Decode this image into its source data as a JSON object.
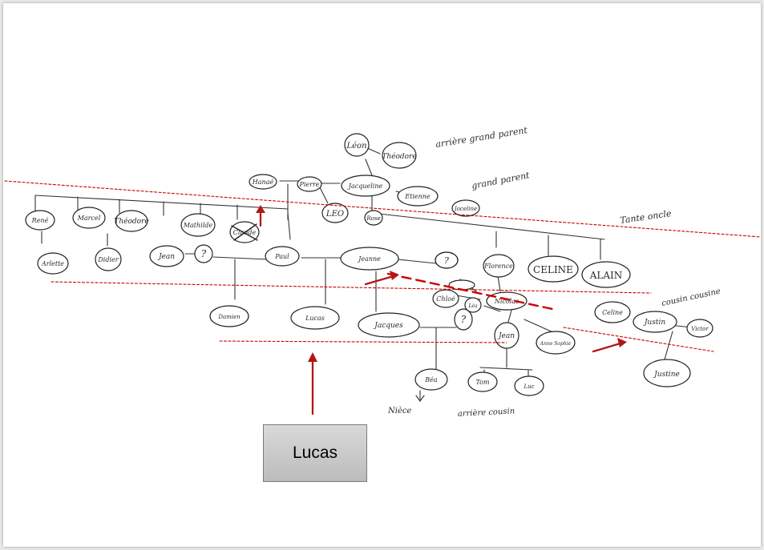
{
  "diagram": {
    "labels": {
      "arriere_grand_parent": "arrière grand parent",
      "grand_parent": "grand parent",
      "tante_oncle": "Tante oncle",
      "cousin_cousine": "cousin cousine",
      "niece": "Nièce",
      "arriere_cousin": "arrière cousin"
    },
    "people": {
      "leon": "Léon",
      "theodore_top": "Théodore",
      "hanae": "Hanaé",
      "pierre": "Pierre",
      "jacqueline": "Jacqueline",
      "etienne": "Etienne",
      "joceline": "Joceline",
      "leo": "LEO",
      "rose": "Rose",
      "rene": "René",
      "marcel": "Marcel",
      "theodore": "Théodore",
      "mathilde": "Mathilde",
      "claude": "Claude",
      "arlette": "Arlette",
      "didier": "Didier",
      "jean": "Jean",
      "unknown": "?",
      "paul": "Paul",
      "jeanne": "Jeanne",
      "florence": "Florence",
      "celine_caps": "CELINE",
      "alain": "ALAIN",
      "damien": "Damien",
      "lucas": "Lucas",
      "jacques": "Jacques",
      "chloe": "Chloé",
      "lea": "Léa",
      "nicolas": "Nicolas",
      "celine": "Celine",
      "justin": "Justin",
      "victor": "Victor",
      "jean2": "Jean",
      "anne_sophie": "Anne Sophie",
      "justine": "Justine",
      "bea": "Béa",
      "tom": "Tom",
      "luc": "Luc"
    }
  },
  "overlay": {
    "highlight_label": "Lucas",
    "line_color": "#cc0000",
    "arrow_color": "#b31515"
  }
}
